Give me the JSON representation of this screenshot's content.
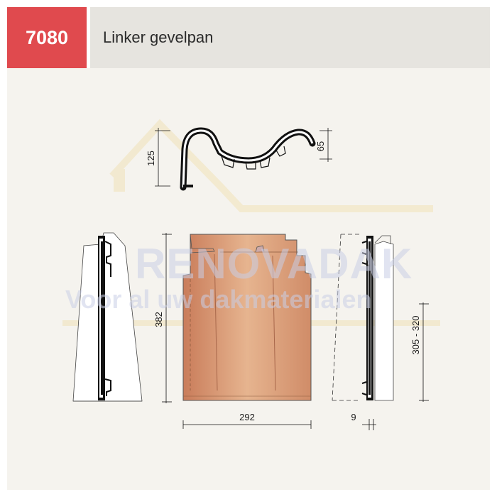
{
  "header": {
    "code": "7080",
    "title": "Linker gevelpan"
  },
  "watermark": {
    "brand": "RENOVADAK",
    "tagline": "Voor al uw dakmaterialen"
  },
  "dimensions": {
    "height_profile": "125",
    "wave_height": "65",
    "tile_length": "382",
    "tile_width": "292",
    "side_offset": "9",
    "batten_spacing": "305 - 320"
  },
  "colors": {
    "accent": "#e04a4e",
    "header_bg": "#e6e4df",
    "page_bg": "#f5f3ee",
    "tile": "#d9a07e"
  }
}
